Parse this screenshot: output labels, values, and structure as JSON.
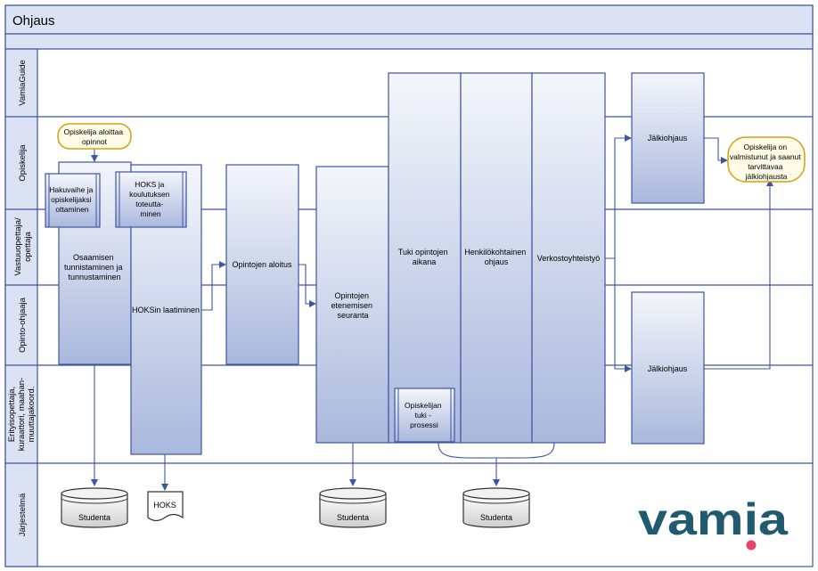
{
  "title": "Ohjaus",
  "lanes": [
    {
      "id": "vamiaguide",
      "lines": [
        "VamiaGuide"
      ]
    },
    {
      "id": "opiskelija",
      "lines": [
        "Opiskelija"
      ]
    },
    {
      "id": "vastuuopettaja",
      "lines": [
        "Vastuuopettaja/",
        "opettaja"
      ]
    },
    {
      "id": "opinto-ohjaaja",
      "lines": [
        "Opinto-ohjaaja"
      ]
    },
    {
      "id": "erityisopettaja",
      "lines": [
        "Erityisopettaja,",
        "kuraattori, maahan-",
        "muuttajakoord."
      ]
    },
    {
      "id": "jarjestelma",
      "lines": [
        "Järjestelmä"
      ]
    }
  ],
  "events": {
    "start": [
      "Opiskelija aloittaa",
      "opinnot"
    ],
    "end": [
      "Opiskelija on",
      "valmistunut ja saanut",
      "tarvittavaa",
      "jälkiohjausta"
    ]
  },
  "processes": {
    "osaamisen": [
      "Osaamisen",
      "tunnistaminen ja",
      "tunnustaminen"
    ],
    "hakuvaihe": [
      "Hakuvaihe ja",
      "opiskelijaksi",
      "ottaminen"
    ],
    "hoks_laatiminen": [
      "HOKSin laatiminen"
    ],
    "hoks_toteutus": [
      "HOKS ja",
      "koulutuksen",
      "toteutta-",
      "minen"
    ],
    "aloitus": [
      "Opintojen aloitus"
    ],
    "seuranta": [
      "Opintojen",
      "etenemisen",
      "seuranta"
    ],
    "tuki": [
      "Tuki opintojen",
      "aikana"
    ],
    "henkilo": [
      "Henkilökohtainen",
      "ohjaus"
    ],
    "verkosto": [
      "Verkostoyhteistyö"
    ],
    "tukiprosessi": [
      "Opiskelijan",
      "tuki -",
      "prosessi"
    ],
    "jalki1": [
      "Jälkiohjaus"
    ],
    "jalki2": [
      "Jälkiohjaus"
    ]
  },
  "systems": {
    "studenta": "Studenta",
    "hoks_doc": "HOKS"
  },
  "logo": {
    "text": "vamia",
    "color": "#1f5a6e",
    "dot_color": "#e8436e"
  },
  "colors": {
    "lane_border": "#3e55a2",
    "box_border": "#3e55a2",
    "box_fill_top": "#f4f6fb",
    "box_fill_bottom": "#a9b8dc",
    "event_border": "#d4a017",
    "event_fill": "#fffbe6",
    "header_fill": "#dbe2f3"
  }
}
